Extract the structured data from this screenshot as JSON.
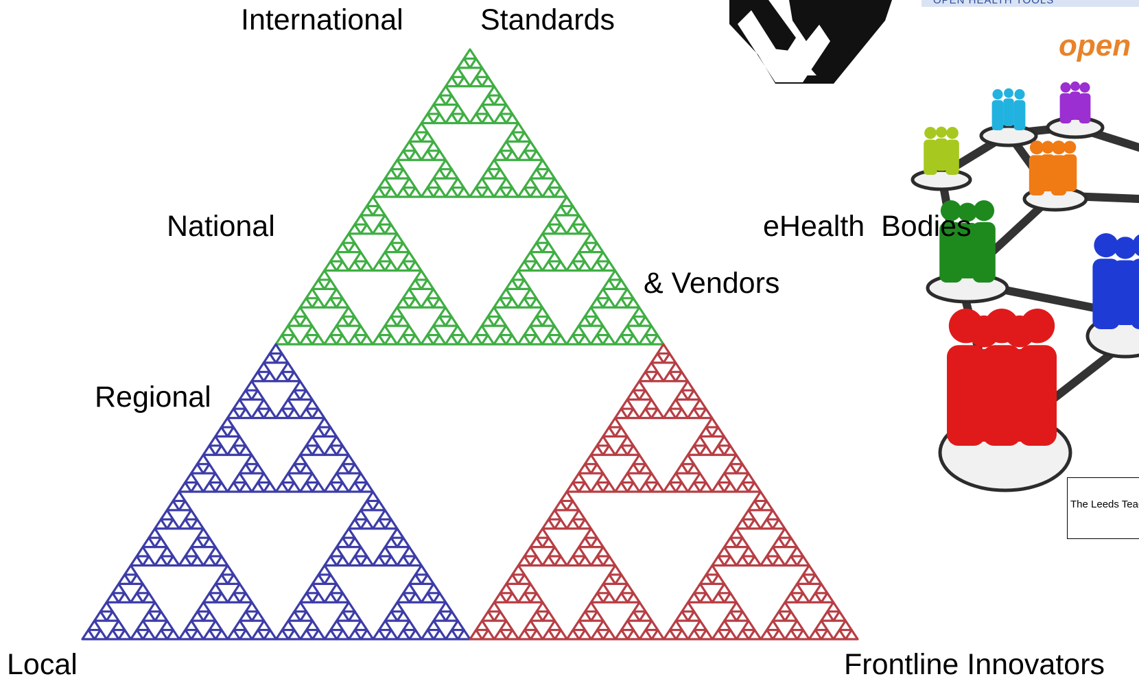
{
  "labels": {
    "international": "International",
    "standards": "Standards",
    "national": "National",
    "ehealth_bodies": "eHealth  Bodies",
    "vendors": "& Vendors",
    "regional": "Regional",
    "local": "Local",
    "frontline": "Frontline Innovators"
  },
  "top_right": {
    "brand_partial": "OPEN HEALTH TOOLS",
    "open_word_partial": "open",
    "leeds_caption_partial": "The Leeds Teac"
  },
  "colors": {
    "top_triangle": "#3fae43",
    "left_triangle": "#3c3ca8",
    "right_triangle": "#b73e44",
    "open_orange": "#e8832a",
    "brand_blue": "#2a4a99"
  },
  "figures": [
    {
      "color": "#a7c81f"
    },
    {
      "color": "#22b2df"
    },
    {
      "color": "#9b2fd1"
    },
    {
      "color": "#f07a14"
    },
    {
      "color": "#1e8a1e"
    },
    {
      "color": "#1f3bd6"
    },
    {
      "color": "#e01a1a"
    }
  ]
}
